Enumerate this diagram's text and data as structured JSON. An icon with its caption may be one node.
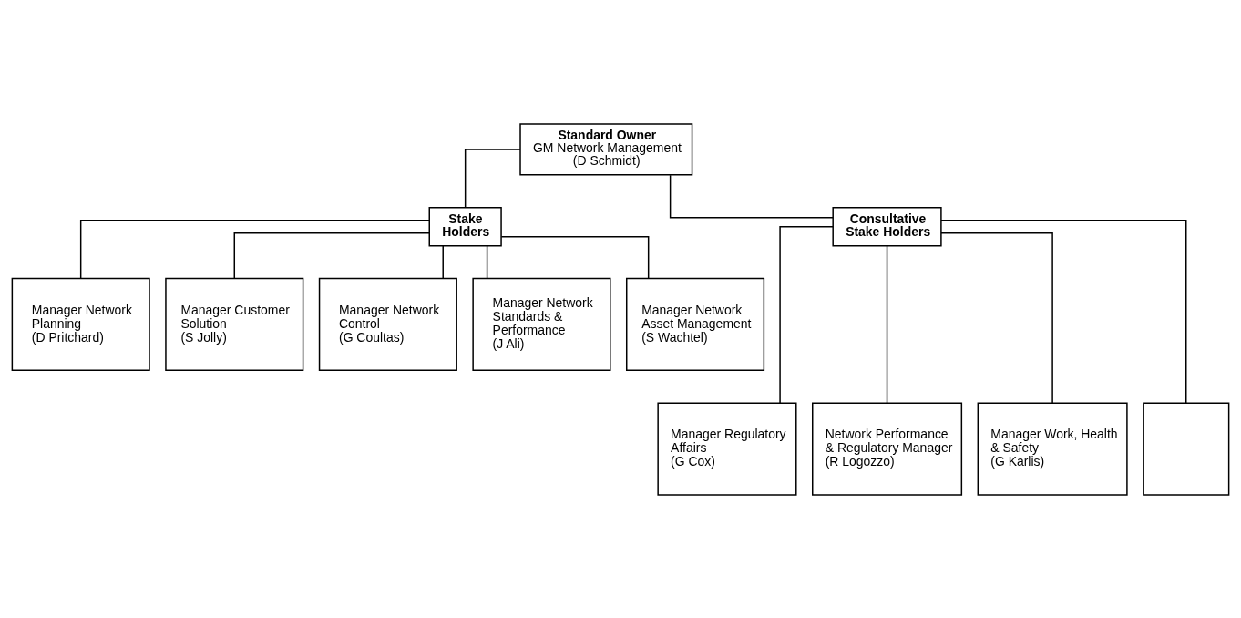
{
  "diagram": {
    "nodes": [
      {
        "text": [
          "Standard Owner",
          "GM Network Management (D Schmidt)"
        ]
      },
      {
        "text": [
          "Stake Holders"
        ]
      },
      {
        "text": [
          "Consultative Stake Holders"
        ]
      },
      {
        "text": [
          "Manager Network Planning (D Pritchard)"
        ]
      },
      {
        "text": [
          "Manager Customer Solution (S Jolly)"
        ]
      },
      {
        "text": [
          "Manager Network Control (G Coultas)"
        ]
      },
      {
        "text": [
          "Manager Network Standards & Performance (J Ali)"
        ]
      },
      {
        "text": [
          "Manager Network Asset Management (S Wachtel)"
        ]
      },
      {
        "text": [
          "Manager Regulatory Affairs (G Cox)"
        ]
      },
      {
        "text": [
          "Network Performance & Regulatory Manager (R Logozzo)"
        ]
      },
      {
        "text": [
          "Manager Work, Health & Safety (G Karlis)"
        ]
      },
      {
        "text": [],
        "shape": "box"
      }
    ],
    "edges": [
      {
        "from": 0,
        "to": 1,
        "arrow": "none"
      },
      {
        "from": 0,
        "to": 2,
        "arrow": "none"
      },
      {
        "from": 1,
        "to": 3,
        "arrow": "none"
      },
      {
        "from": 1,
        "to": 4,
        "arrow": "none"
      },
      {
        "from": 1,
        "to": 5,
        "arrow": "none"
      },
      {
        "from": 1,
        "to": 6,
        "arrow": "none"
      },
      {
        "from": 1,
        "to": 7,
        "arrow": "none"
      },
      {
        "from": 2,
        "to": 8,
        "arrow": "none"
      },
      {
        "from": 2,
        "to": 9,
        "arrow": "none"
      },
      {
        "from": 2,
        "to": 10,
        "arrow": "none"
      },
      {
        "from": 2,
        "to": 11,
        "arrow": "none"
      }
    ]
  }
}
